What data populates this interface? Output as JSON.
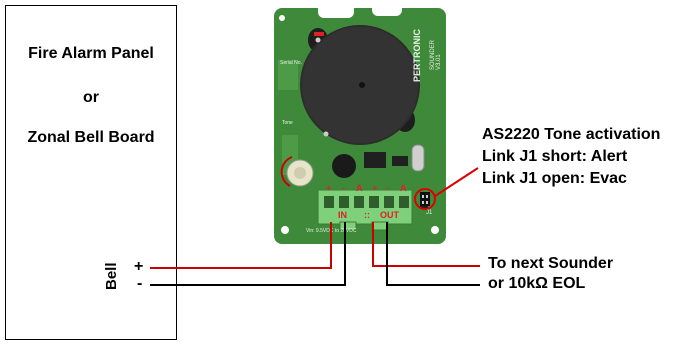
{
  "panel": {
    "line1": "Fire Alarm Panel",
    "line2": "or",
    "line3": "Zonal Bell Board"
  },
  "bell": {
    "label": "Bell",
    "plus": "+",
    "minus": "-"
  },
  "tone": {
    "title": "AS2220  Tone activation",
    "short": "Link J1  short: Alert",
    "open": "Link J1  open: Evac"
  },
  "next": {
    "line1": "To next Sounder",
    "line2": "or 10kΩ EOL"
  },
  "board": {
    "brand": "PERTRONIC",
    "model": "SOUNDER",
    "version": "V3.01",
    "terminals": [
      "+",
      "-",
      "A",
      "+",
      "-",
      "A"
    ],
    "in_label": "IN",
    "sep_label": "::",
    "out_label": "OUT",
    "supply": "Vin: 9.5VDC to 28VDC",
    "serial": "Serial No.",
    "jumper": "J1",
    "tone_label": "Tone"
  },
  "colors": {
    "board": "#3f8a3a",
    "terminal": "#7fd07b",
    "wire_red": "#cc0000",
    "wire_black": "#000000"
  }
}
